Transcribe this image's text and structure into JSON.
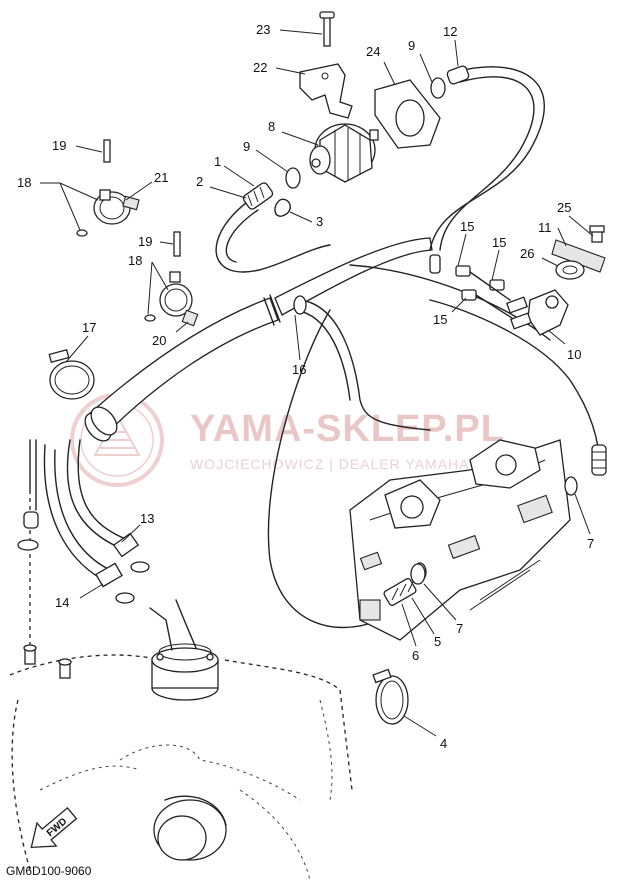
{
  "callouts": [
    {
      "id": "c1",
      "text": "1"
    },
    {
      "id": "c2",
      "text": "2"
    },
    {
      "id": "c3",
      "text": "3"
    },
    {
      "id": "c4",
      "text": "4"
    },
    {
      "id": "c5",
      "text": "5"
    },
    {
      "id": "c6",
      "text": "6"
    },
    {
      "id": "c7a",
      "text": "7"
    },
    {
      "id": "c7b",
      "text": "7"
    },
    {
      "id": "c8",
      "text": "8"
    },
    {
      "id": "c9a",
      "text": "9"
    },
    {
      "id": "c9b",
      "text": "9"
    },
    {
      "id": "c10",
      "text": "10"
    },
    {
      "id": "c11",
      "text": "11"
    },
    {
      "id": "c12",
      "text": "12"
    },
    {
      "id": "c13",
      "text": "13"
    },
    {
      "id": "c14",
      "text": "14"
    },
    {
      "id": "c15a",
      "text": "15"
    },
    {
      "id": "c15b",
      "text": "15"
    },
    {
      "id": "c15c",
      "text": "15"
    },
    {
      "id": "c16",
      "text": "16"
    },
    {
      "id": "c17",
      "text": "17"
    },
    {
      "id": "c18a",
      "text": "18"
    },
    {
      "id": "c18b",
      "text": "18"
    },
    {
      "id": "c19a",
      "text": "19"
    },
    {
      "id": "c19b",
      "text": "19"
    },
    {
      "id": "c20",
      "text": "20"
    },
    {
      "id": "c21",
      "text": "21"
    },
    {
      "id": "c22",
      "text": "22"
    },
    {
      "id": "c23",
      "text": "23"
    },
    {
      "id": "c24",
      "text": "24"
    },
    {
      "id": "c25",
      "text": "25"
    },
    {
      "id": "c26",
      "text": "26"
    }
  ],
  "watermark": {
    "title": "YAMA-SKLEP.PL",
    "subtitle": "WOJCIECHOWICZ | DEALER YAMAHA",
    "color": "#e9c7c7"
  },
  "diagram_code": "GM6D100-9060",
  "fwd_label": "FWD",
  "icons": [
    "fwd-arrow-icon",
    "watermark-logo-icon"
  ]
}
